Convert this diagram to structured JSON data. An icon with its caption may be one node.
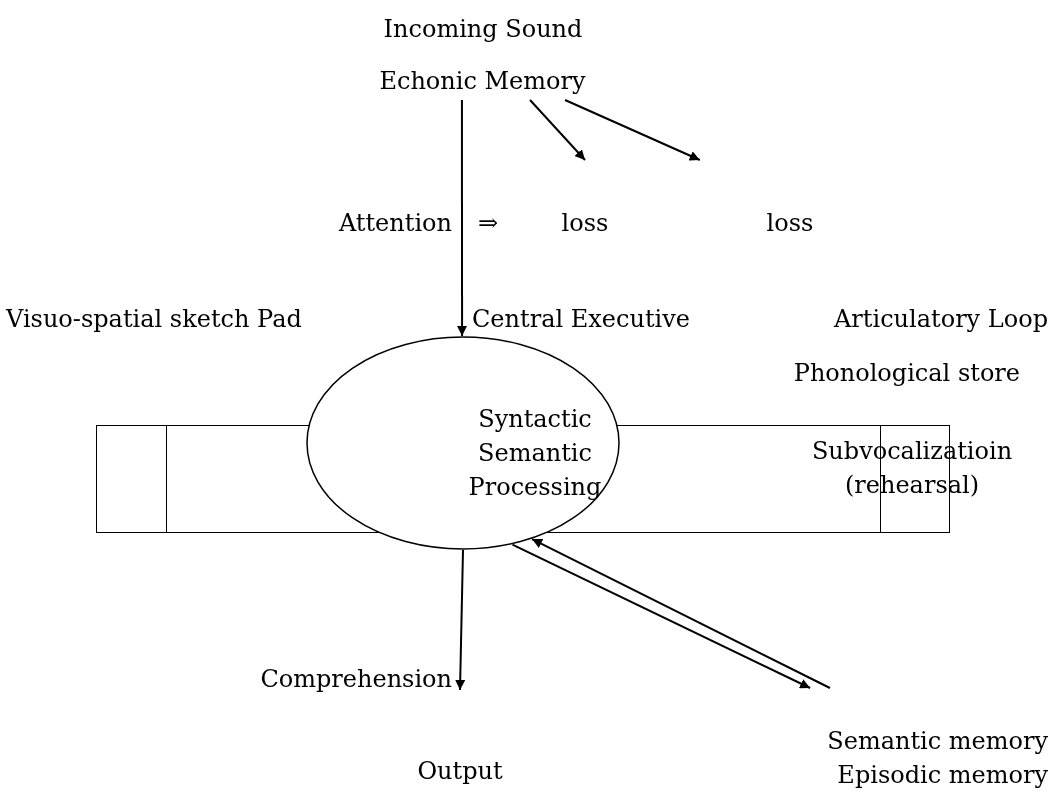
{
  "diagram": {
    "nodes": [
      {
        "text": [
          "Echonic Memory"
        ]
      },
      {
        "text": [
          "loss"
        ]
      },
      {
        "text": [
          "loss"
        ]
      },
      {
        "text": [
          "Subvocalizatioin (rehearsal)"
        ]
      },
      {
        "text": [
          "Syntactic Semantic Processing"
        ]
      },
      {
        "text": [
          "Output"
        ]
      },
      {
        "text": [
          "Semantic memory",
          "Episodic memory"
        ]
      }
    ],
    "edges": [
      {
        "from": 0,
        "to": 4,
        "arrow": "to"
      },
      {
        "from": 0,
        "to": 1,
        "arrow": "to"
      },
      {
        "from": 0,
        "to": 2,
        "arrow": "to"
      },
      {
        "from": 4,
        "to": 5,
        "arrow": "to"
      },
      {
        "from": 4,
        "to": 6,
        "arrow": "to"
      },
      {
        "from": 6,
        "to": 4,
        "arrow": "to"
      }
    ],
    "labels": [
      "Incoming Sound",
      "Attention",
      "⇒",
      "Visuo-spatial sketch Pad",
      "Central Executive",
      "Articulatory Loop",
      "Phonological store",
      "Comprehension"
    ]
  }
}
